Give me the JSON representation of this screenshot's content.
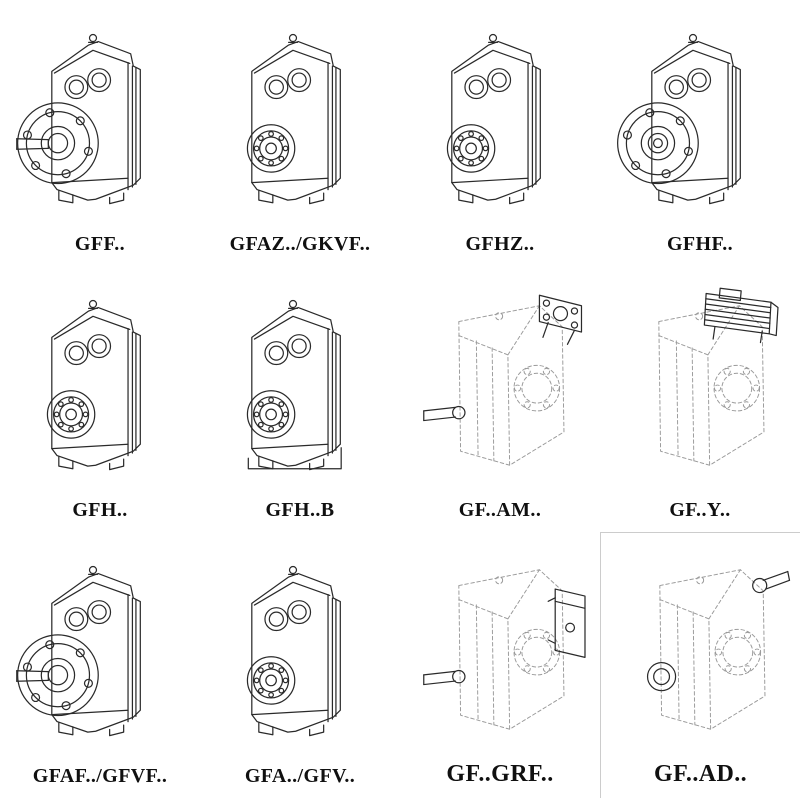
{
  "items": [
    {
      "label": "GFF..",
      "drawing": "flange-mounted-gearbox-with-solid-shaft"
    },
    {
      "label": "GFAZ../GKVF..",
      "drawing": "hollow-shaft-gearbox"
    },
    {
      "label": "GFHZ..",
      "drawing": "hollow-shaft-gearbox"
    },
    {
      "label": "GFHF..",
      "drawing": "flange-mounted-hollow-shaft-gearbox"
    },
    {
      "label": "GFH..",
      "drawing": "hollow-shaft-gearbox-bearing-detail"
    },
    {
      "label": "GFH..B",
      "drawing": "hollow-shaft-gearbox-with-foot"
    },
    {
      "label": "GF..AM..",
      "drawing": "gearbox-with-iec-adapter-flange-phantom"
    },
    {
      "label": "GF..Y..",
      "drawing": "gearbox-with-mounted-motor-phantom"
    },
    {
      "label": "GFAF../GFVF..",
      "drawing": "flange-mounted-gearbox-with-solid-shaft"
    },
    {
      "label": "GFA../GFV..",
      "drawing": "hollow-shaft-gearbox"
    },
    {
      "label": "GF..GRF..",
      "drawing": "gearbox-with-side-cover-phantom"
    },
    {
      "label": "GF..AD..",
      "drawing": "gearbox-with-input-shaft-adapter-phantom"
    }
  ],
  "colors": {
    "line": "#2a2a2a",
    "dashed": "#9a9a9a",
    "background": "#ffffff",
    "label": "#101010",
    "box_border": "#cccccc"
  }
}
